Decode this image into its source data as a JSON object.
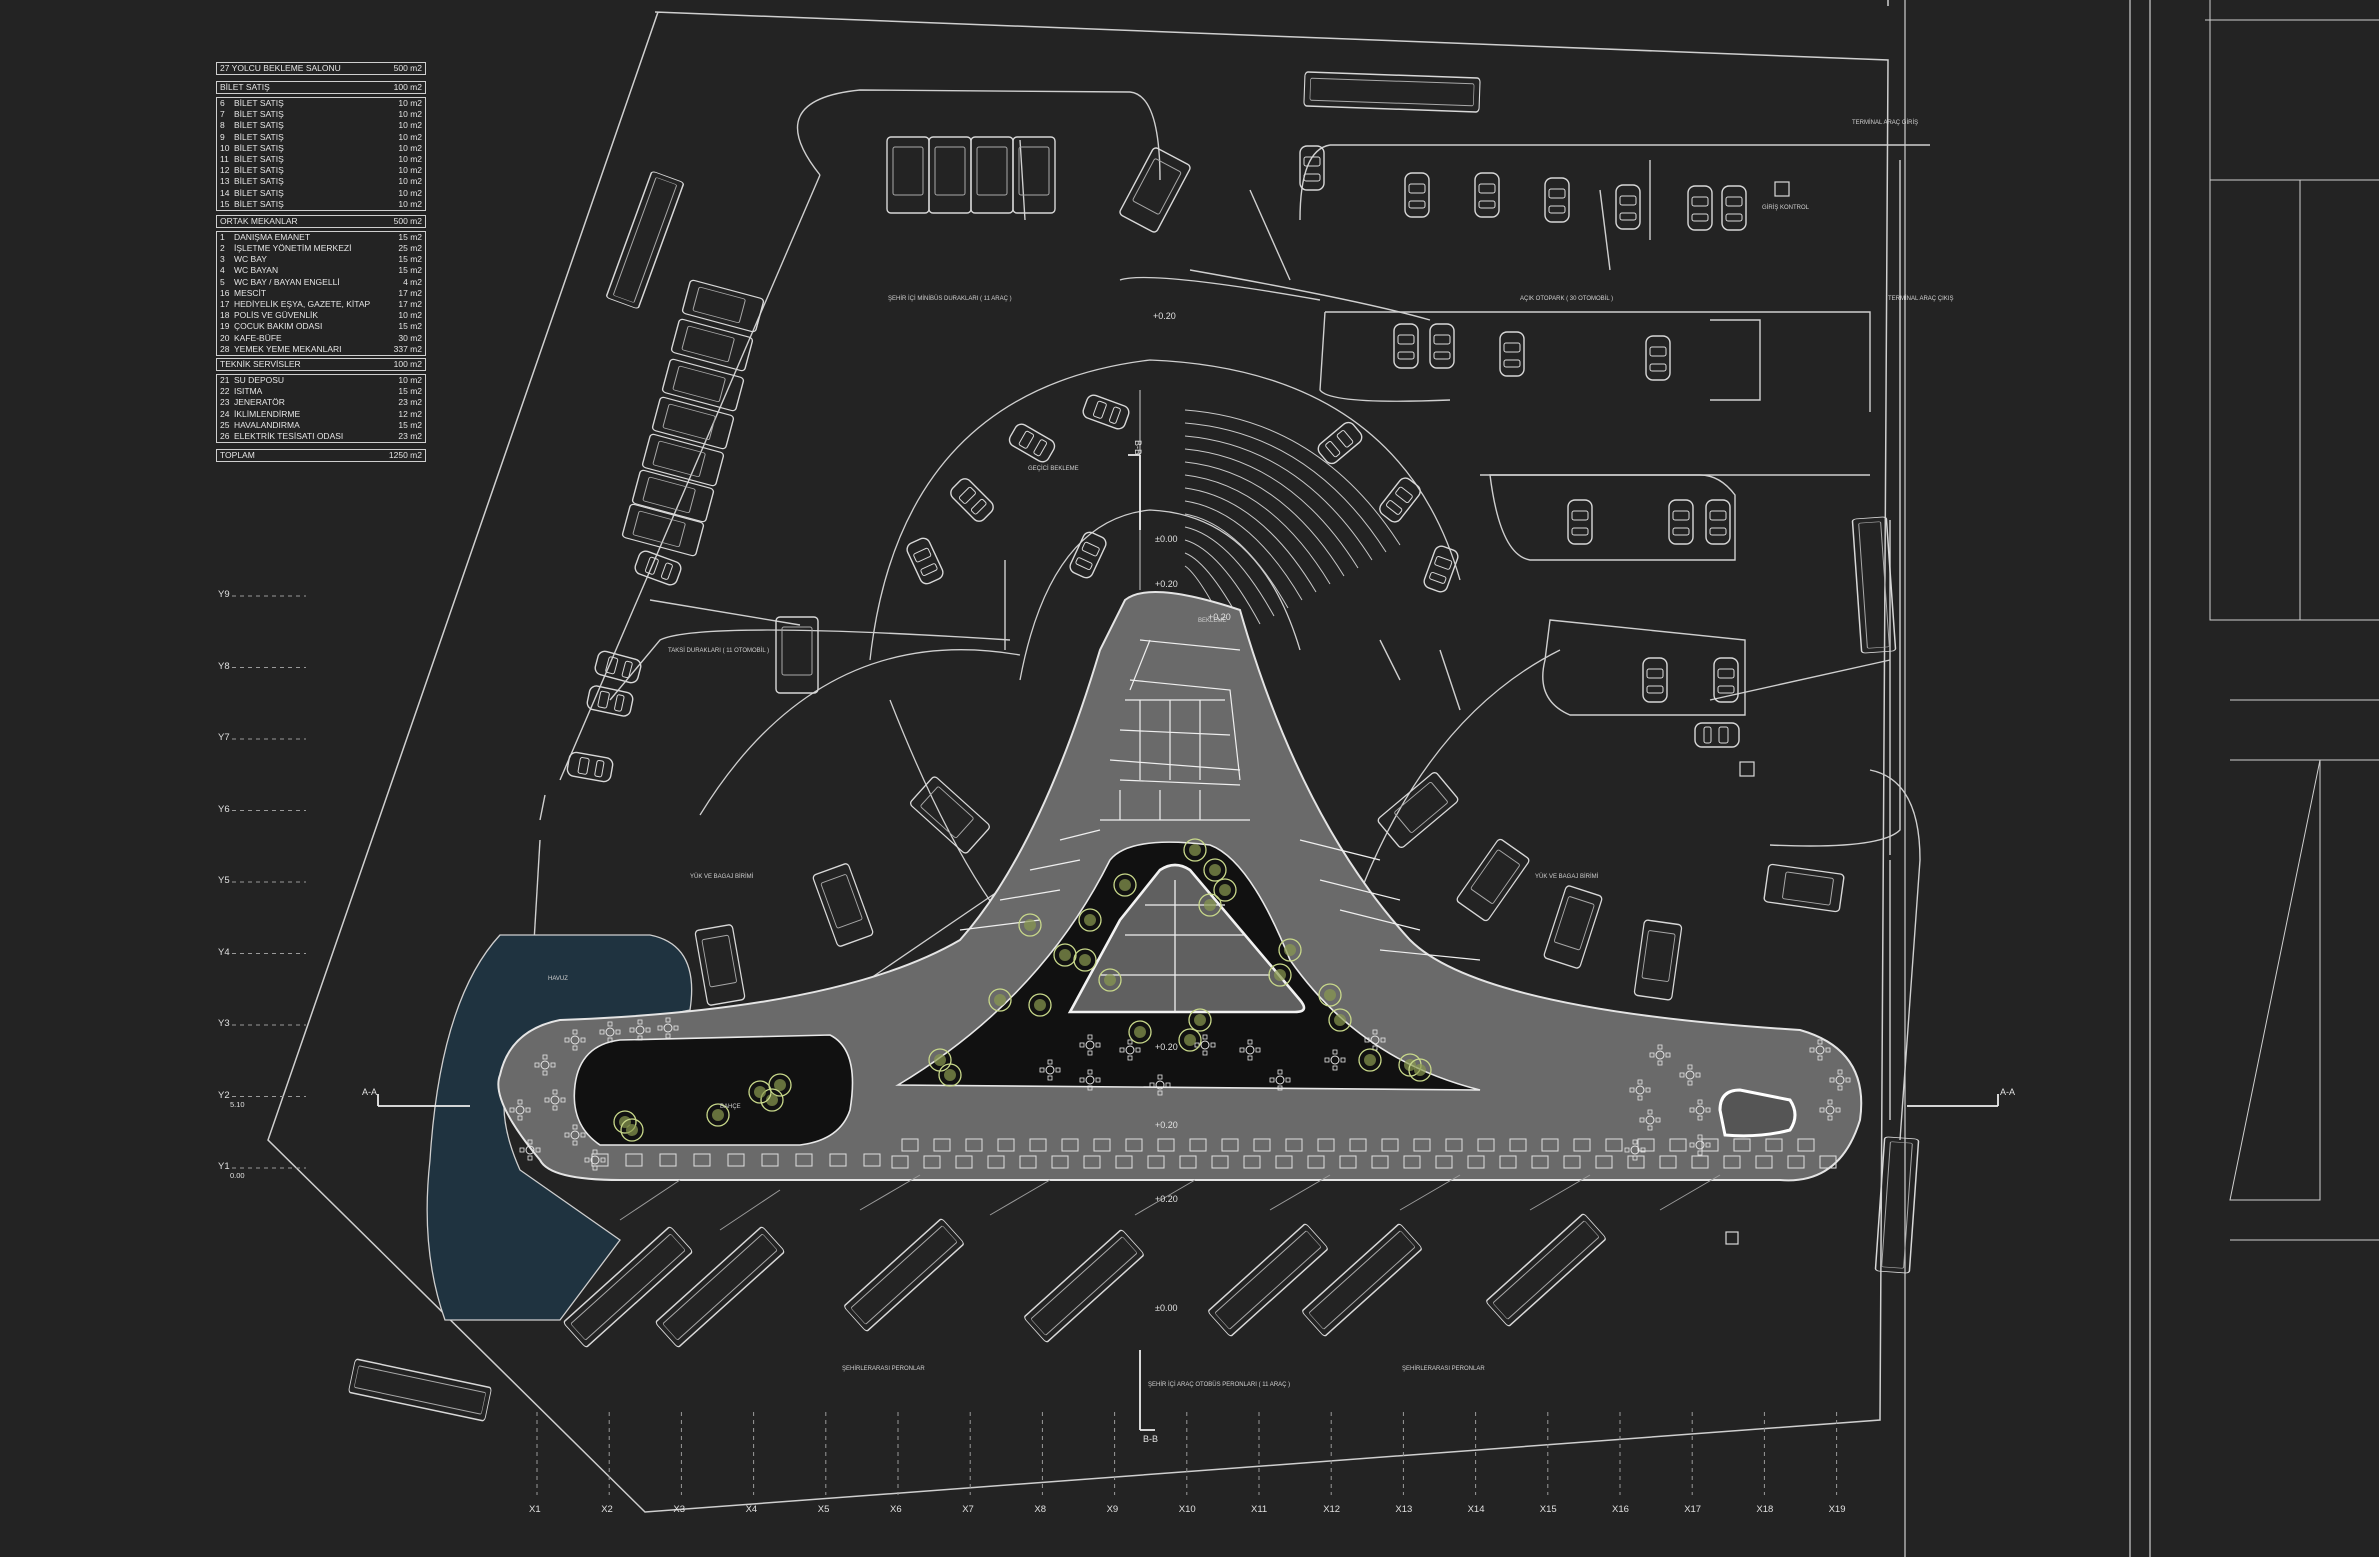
{
  "schedule": {
    "waiting_hall": {
      "label": "27  YOLCU BEKLEME SALONU",
      "area": "500 m2"
    },
    "ticket": {
      "label": "BİLET SATIŞ",
      "area": "100 m2",
      "items": [
        {
          "n": "6",
          "label": "BİLET SATIŞ",
          "area": "10 m2"
        },
        {
          "n": "7",
          "label": "BİLET SATIŞ",
          "area": "10 m2"
        },
        {
          "n": "8",
          "label": "BİLET SATIŞ",
          "area": "10 m2"
        },
        {
          "n": "9",
          "label": "BİLET SATIŞ",
          "area": "10 m2"
        },
        {
          "n": "10",
          "label": "BİLET SATIŞ",
          "area": "10 m2"
        },
        {
          "n": "11",
          "label": "BİLET SATIŞ",
          "area": "10 m2"
        },
        {
          "n": "12",
          "label": "BİLET SATIŞ",
          "area": "10 m2"
        },
        {
          "n": "13",
          "label": "BİLET SATIŞ",
          "area": "10 m2"
        },
        {
          "n": "14",
          "label": "BİLET SATIŞ",
          "area": "10 m2"
        },
        {
          "n": "15",
          "label": "BİLET SATIŞ",
          "area": "10 m2"
        }
      ]
    },
    "common": {
      "label": "ORTAK MEKANLAR",
      "area": "500 m2",
      "items": [
        {
          "n": "1",
          "label": "DANIŞMA EMANET",
          "area": "15 m2"
        },
        {
          "n": "2",
          "label": "İŞLETME YÖNETİM MERKEZİ",
          "area": "25 m2"
        },
        {
          "n": "3",
          "label": "WC BAY",
          "area": "15 m2"
        },
        {
          "n": "4",
          "label": "WC BAYAN",
          "area": "15 m2"
        },
        {
          "n": "5",
          "label": "WC BAY / BAYAN ENGELLİ",
          "area": "4 m2"
        },
        {
          "n": "16",
          "label": "MESCİT",
          "area": "17 m2"
        },
        {
          "n": "17",
          "label": "HEDİYELİK EŞYA, GAZETE, KİTAP",
          "area": "17 m2"
        },
        {
          "n": "18",
          "label": "POLİS VE GÜVENLİK",
          "area": "10 m2"
        },
        {
          "n": "19",
          "label": "ÇOCUK BAKIM ODASI",
          "area": "15 m2"
        },
        {
          "n": "20",
          "label": "KAFE-BÜFE",
          "area": "30 m2"
        },
        {
          "n": "28",
          "label": "YEMEK YEME MEKANLARI",
          "area": "337 m2"
        }
      ]
    },
    "technical": {
      "label": "TEKNİK SERVİSLER",
      "area": "100 m2",
      "items": [
        {
          "n": "21",
          "label": "SU DEPOSU",
          "area": "10 m2"
        },
        {
          "n": "22",
          "label": "ISITMA",
          "area": "15 m2"
        },
        {
          "n": "23",
          "label": "JENERATÖR",
          "area": "23 m2"
        },
        {
          "n": "24",
          "label": "İKLİMLENDİRME",
          "area": "12 m2"
        },
        {
          "n": "25",
          "label": "HAVALANDIRMA",
          "area": "15 m2"
        },
        {
          "n": "26",
          "label": "ELEKTRİK TESİSATI ODASI",
          "area": "23 m2"
        }
      ]
    },
    "total": {
      "label": "TOPLAM",
      "area": "1250 m2"
    }
  },
  "plan_labels": {
    "entry": "TERMİNAL ARAÇ GİRİŞ",
    "exit": "TERMİNAL ARAÇ ÇIKIŞ",
    "control": "GİRİŞ KONTROL",
    "city_minibus": "ŞEHİR İÇİ MİNİBÜS DURAKLARI ( 11 ARAÇ )",
    "open_parking": "AÇIK OTOPARK ( 30 OTOMOBİL )",
    "taxi": "TAKSİ DURAKLARI ( 11 OTOMOBİL )",
    "transit": "GEÇİCİ BEKLEME",
    "platform_left": "YÜK VE BAGAJ BİRİMİ",
    "platform_right": "YÜK VE BAGAJ BİRİMİ",
    "pool": "HAVUZ",
    "garden": "BAHÇE",
    "intercity_left": "ŞEHİRLERARASI PERONLAR",
    "intercity_right": "ŞEHİRLERARASI PERONLAR",
    "city_platform": "ŞEHİR İÇİ ARAÇ OTOBÜS PERONLARI ( 11 ARAÇ )",
    "waiting_small": "BEKLEME"
  },
  "levels": {
    "p020": "+0.20",
    "zero": "±0.00"
  },
  "sections": {
    "bb": "B-B",
    "aa": "A-A"
  },
  "axes": {
    "x": [
      "X1",
      "X2",
      "X3",
      "X4",
      "X5",
      "X6",
      "X7",
      "X8",
      "X9",
      "X10",
      "X11",
      "X12",
      "X13",
      "X14",
      "X15",
      "X16",
      "X17",
      "X18",
      "X19"
    ],
    "y": [
      {
        "label": "Y9",
        "sub": ""
      },
      {
        "label": "Y8",
        "sub": ""
      },
      {
        "label": "Y7",
        "sub": ""
      },
      {
        "label": "Y6",
        "sub": ""
      },
      {
        "label": "Y5",
        "sub": ""
      },
      {
        "label": "Y4",
        "sub": ""
      },
      {
        "label": "Y3",
        "sub": ""
      },
      {
        "label": "Y2",
        "sub": "5.10"
      },
      {
        "label": "Y1",
        "sub": "0.00"
      }
    ]
  },
  "colors": {
    "background": "#232323",
    "line": "#d8d8d8",
    "building": "#6a6a6a",
    "courtyard": "#111111",
    "water": "#1f3340",
    "tree": "#c8d88a"
  }
}
